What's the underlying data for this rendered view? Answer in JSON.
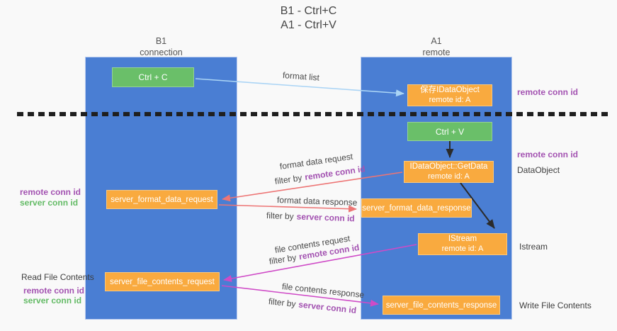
{
  "title": {
    "line1": "B1 - Ctrl+C",
    "line2": "A1 - Ctrl+V"
  },
  "columns": {
    "left": {
      "name": "B1",
      "subtitle": "connection"
    },
    "right": {
      "name": "A1",
      "subtitle": "remote"
    }
  },
  "nodes": {
    "ctrl_c": "Ctrl + C",
    "ctrl_v": "Ctrl + V",
    "save_dataobject": {
      "line1": "保存IDataObject",
      "line2": "remote id: A"
    },
    "getdata": {
      "line1": "IDataObject::GetData",
      "line2": "remote id: A"
    },
    "istream": {
      "line1": "IStream",
      "line2": "remote id: A"
    },
    "server_format_data_request": "server_format_data_request",
    "server_format_data_response": "server_format_data_response",
    "server_file_contents_request": "server_file_contents_request",
    "server_file_contents_response": "server_file_contents_response"
  },
  "arrow_labels": {
    "format_list": "format list",
    "format_data_request": "format data request",
    "format_data_response": "format data response",
    "file_contents_request": "file contents request",
    "file_contents_response": "file contents response",
    "filter_by": "filter by",
    "remote_conn_id": "remote conn id",
    "server_conn_id": "server conn id"
  },
  "side_labels": {
    "remote_conn_id": "remote conn id",
    "server_conn_id": "server conn id",
    "dataobject": "DataObject",
    "istream": "Istream",
    "read_file_contents": "Read File Contents",
    "write_file_contents": "Write File Contents"
  },
  "colors": {
    "column_blue": "#4a7ed3",
    "node_green": "#6abf69",
    "node_orange": "#f9aa3f",
    "purple_text": "#a352b1",
    "green_text": "#64bb66",
    "arrow_blue": "#aad4f5",
    "arrow_red": "#ed7575",
    "arrow_magenta": "#cf4bc7",
    "arrow_black": "#2b2b2b"
  }
}
